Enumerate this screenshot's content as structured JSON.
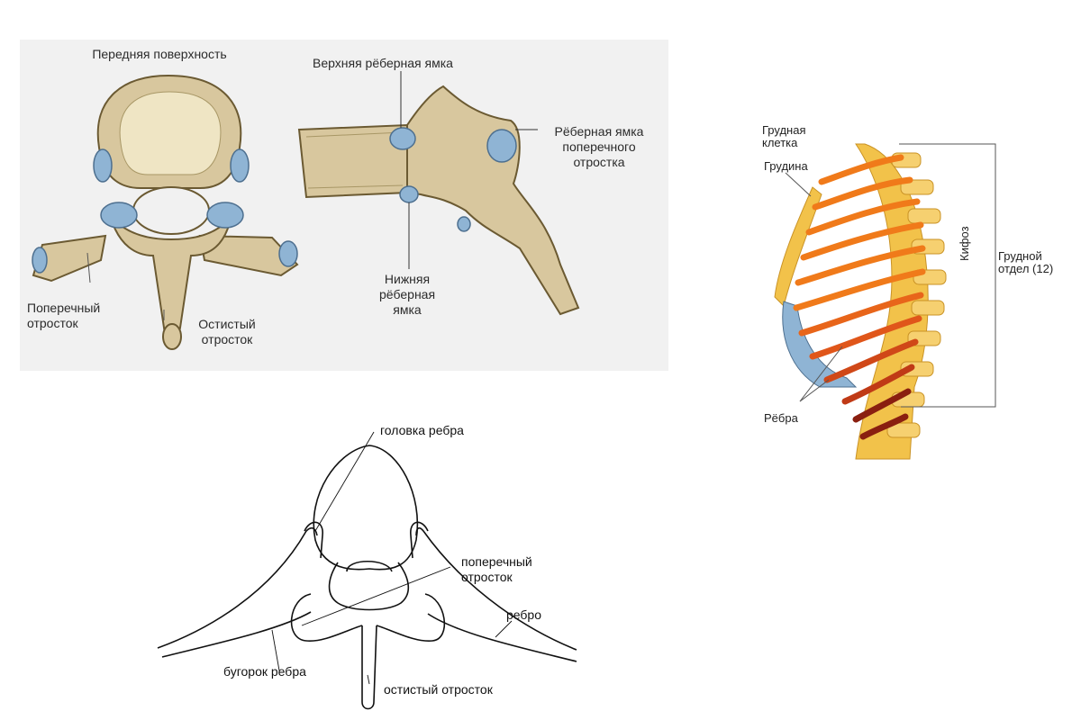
{
  "colors": {
    "bone": "#d8c79e",
    "bone_dark": "#6b5a32",
    "cartilage": "#8fb4d4",
    "rib_orange": "#f07a1a",
    "rib_dark_red": "#8a1f10",
    "spine_yellow": "#f2c24a",
    "panel_bg": "#f1f1f1"
  },
  "vertebra_top_view": {
    "label_anterior": "Передняя поверхность",
    "label_transverse": [
      "Поперечный",
      "отросток"
    ],
    "label_spinous": [
      "Остистый",
      "отросток"
    ]
  },
  "vertebra_side_view": {
    "label_superior_facet": "Верхняя рёберная ямка",
    "label_transverse_facet": [
      "Рёберная ямка",
      "поперечного",
      "отростка"
    ],
    "label_inferior_facet": [
      "Нижняя",
      "рёберная",
      "ямка"
    ]
  },
  "rib_joint_diagram": {
    "label_rib_head": "головка ребра",
    "label_transverse": [
      "поперечный",
      "отросток"
    ],
    "label_rib": "ребро",
    "label_tubercle": "бугорок ребра",
    "label_spinous": "остистый отросток"
  },
  "thorax": {
    "label_cage": [
      "Грудная",
      "клетка"
    ],
    "label_sternum": "Грудина",
    "label_ribs": "Рёбра",
    "label_kyphosis": "Кифоз",
    "label_thoracic": [
      "Грудной",
      "отдел (12)"
    ]
  }
}
